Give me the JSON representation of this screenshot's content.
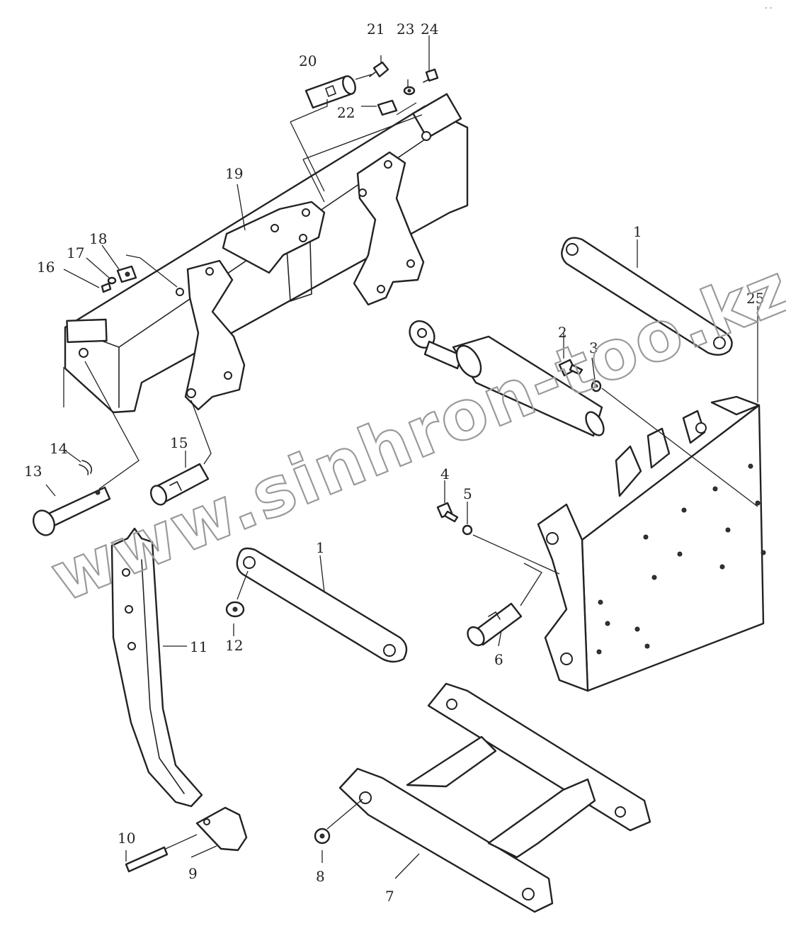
{
  "diagram": {
    "callouts": {
      "c1a": "1",
      "c1b": "1",
      "c2": "2",
      "c3": "3",
      "c4": "4",
      "c5": "5",
      "c6": "6",
      "c7": "7",
      "c8": "8",
      "c9": "9",
      "c10": "10",
      "c11": "11",
      "c12": "12",
      "c13": "13",
      "c14": "14",
      "c15": "15",
      "c16": "16",
      "c17": "17",
      "c18": "18",
      "c19": "19",
      "c20": "20",
      "c21": "21",
      "c22": "22",
      "c23": "23",
      "c24": "24",
      "c25": "25"
    },
    "watermark": "www.sinhron-too.kz",
    "corner_mark": "- -"
  },
  "colors": {
    "line": "#222222",
    "watermark": "#9a9a9a",
    "background": "#ffffff"
  }
}
